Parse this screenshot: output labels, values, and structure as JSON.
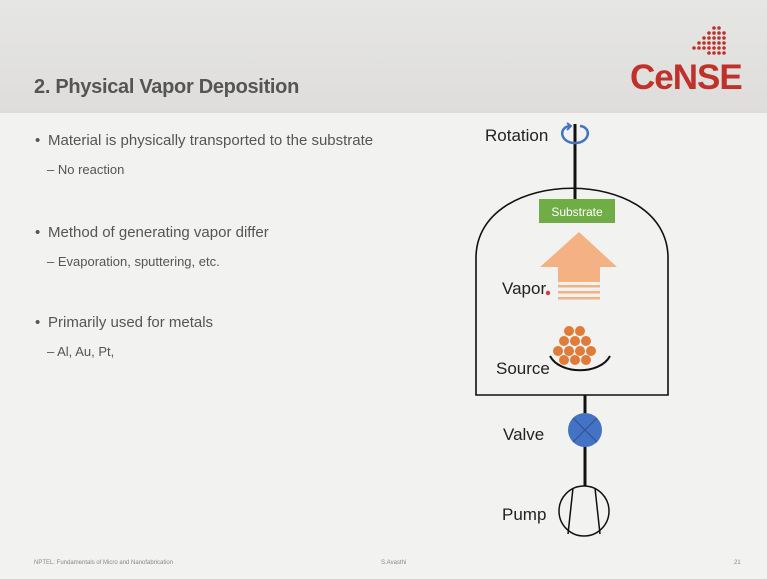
{
  "slide": {
    "title": "2. Physical Vapor Deposition",
    "logo": "CeNSE",
    "bullets": [
      {
        "text": "Material is physically transported to the substrate",
        "sub": "– No reaction"
      },
      {
        "text": "Method of generating vapor differ",
        "sub": "– Evaporation, sputtering, etc."
      },
      {
        "text": "Primarily used for metals",
        "sub": "– Al, Au, Pt,"
      }
    ],
    "diagram": {
      "rotation_label": "Rotation",
      "substrate_label": "Substrate",
      "vapor_label": "Vapor",
      "source_label": "Source",
      "valve_label": "Valve",
      "pump_label": "Pump"
    },
    "footer": {
      "left": "NPTEL: Fundamentals of Micro and Nanofabrication",
      "center": "S.Avasthi",
      "page": "21"
    },
    "colors": {
      "substrate": "#70ad47",
      "arrow": "#f4b183",
      "source_balls": "#e07b39",
      "valve": "#4472c4",
      "rotation": "#4472c4",
      "logo": "#c0312a"
    }
  }
}
